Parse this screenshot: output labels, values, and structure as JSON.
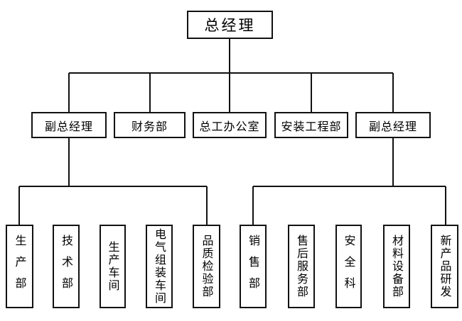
{
  "top": {
    "label": "总经理"
  },
  "level2": [
    {
      "label": "副总经理"
    },
    {
      "label": "财务部"
    },
    {
      "label": "总工办公室"
    },
    {
      "label": "安装工程部"
    },
    {
      "label": "副总经理"
    }
  ],
  "level3_left": [
    {
      "label": "生产部"
    },
    {
      "label": "技术部"
    },
    {
      "label": "生产车间"
    },
    {
      "label": "电气组装车间"
    },
    {
      "label": "品质检验部"
    }
  ],
  "level3_right": [
    {
      "label": "销售部"
    },
    {
      "label": "售后服务部"
    },
    {
      "label": "安全科"
    },
    {
      "label": "材料设备部"
    },
    {
      "label": "新产品研发"
    }
  ]
}
